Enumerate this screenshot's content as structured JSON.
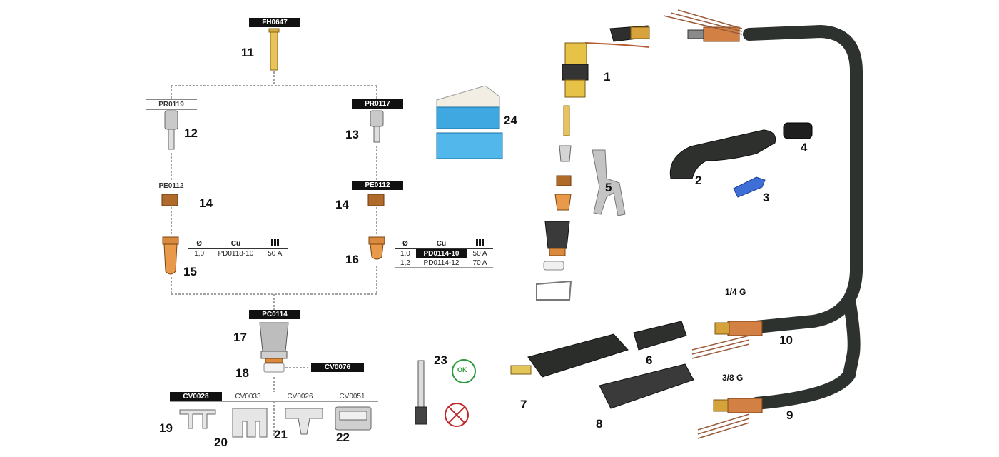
{
  "codes": {
    "fh0647": "FH0647",
    "pr0119": "PR0119",
    "pr0117": "PR0117",
    "pe0112_left": "PE0112",
    "pe0112_right": "PE0112",
    "pc0114": "PC0114",
    "cv0076": "CV0076"
  },
  "tabs": [
    {
      "label": "CV0028",
      "active": true
    },
    {
      "label": "CV0033",
      "active": false
    },
    {
      "label": "CV0026",
      "active": false
    },
    {
      "label": "CV0051",
      "active": false
    }
  ],
  "table_left": {
    "headers": [
      "Ø",
      "Cu",
      ""
    ],
    "rows": [
      [
        "1,0",
        "PD0118-10",
        "50 A"
      ]
    ]
  },
  "table_right": {
    "headers": [
      "Ø",
      "Cu",
      ""
    ],
    "rows": [
      [
        "1,0",
        "PD0114-10",
        "50 A"
      ],
      [
        "1,2",
        "PD0114-12",
        "70 A"
      ]
    ]
  },
  "sizes": {
    "quarter": "1/4 G",
    "three_eighths": "3/8 G"
  },
  "ok_badge": "OK",
  "numbers": {
    "n1": "1",
    "n2": "2",
    "n3": "3",
    "n4": "4",
    "n5": "5",
    "n6": "6",
    "n7": "7",
    "n8": "8",
    "n9": "9",
    "n10": "10",
    "n11": "11",
    "n12": "12",
    "n13": "13",
    "n14a": "14",
    "n14b": "14",
    "n15": "15",
    "n16": "16",
    "n17": "17",
    "n18": "18",
    "n19": "19",
    "n20": "20",
    "n21": "21",
    "n22": "22",
    "n23": "23",
    "n24": "24"
  },
  "colors": {
    "brass": "#e8c25a",
    "copper": "#c4722e",
    "hose": "#3a3d3a",
    "handle": "#2d302d",
    "blue": "#3d6fd6"
  }
}
